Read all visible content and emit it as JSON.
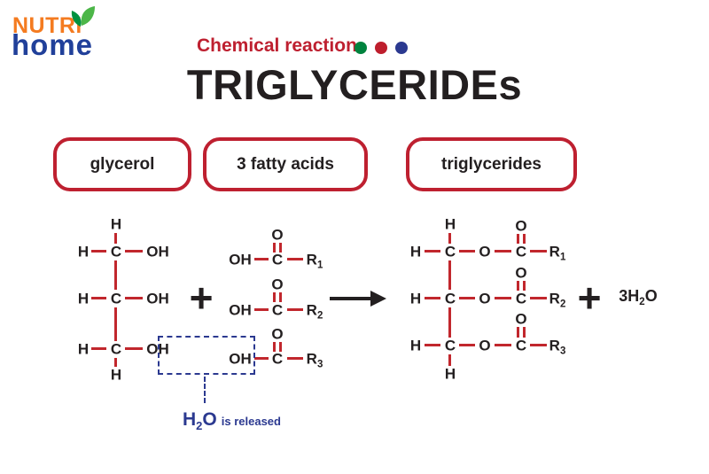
{
  "brand": {
    "nutri": "NUTRi",
    "home": "home"
  },
  "header": {
    "kicker": "Chemical reaction",
    "title": "TRIGLYCERIDEs",
    "dot_colors": [
      "#00833e",
      "#be1e2d",
      "#2b3990"
    ]
  },
  "boxes": {
    "glycerol": "glycerol",
    "fatty_acids": "3 fatty acids",
    "triglycerides": "triglycerides"
  },
  "atoms": {
    "h": "H",
    "c": "C",
    "o": "O",
    "oh": "OH",
    "r": "R"
  },
  "subs": {
    "s1": "1",
    "s2": "2",
    "s3": "3"
  },
  "operators": {
    "plus": "+"
  },
  "byproduct": {
    "pre": "3H",
    "sub": "2",
    "post": "O"
  },
  "annotation": {
    "h": "H",
    "sub": "2",
    "o": "O",
    "label": "is released"
  },
  "colors": {
    "bond_red": "#c1272d",
    "accent_red": "#be2030",
    "navy": "#2b3990",
    "ink": "#231f20",
    "logo_orange": "#f47b20",
    "logo_blue": "#21409a",
    "leaf_green": "#4cb648",
    "leaf_dark": "#00913f"
  }
}
